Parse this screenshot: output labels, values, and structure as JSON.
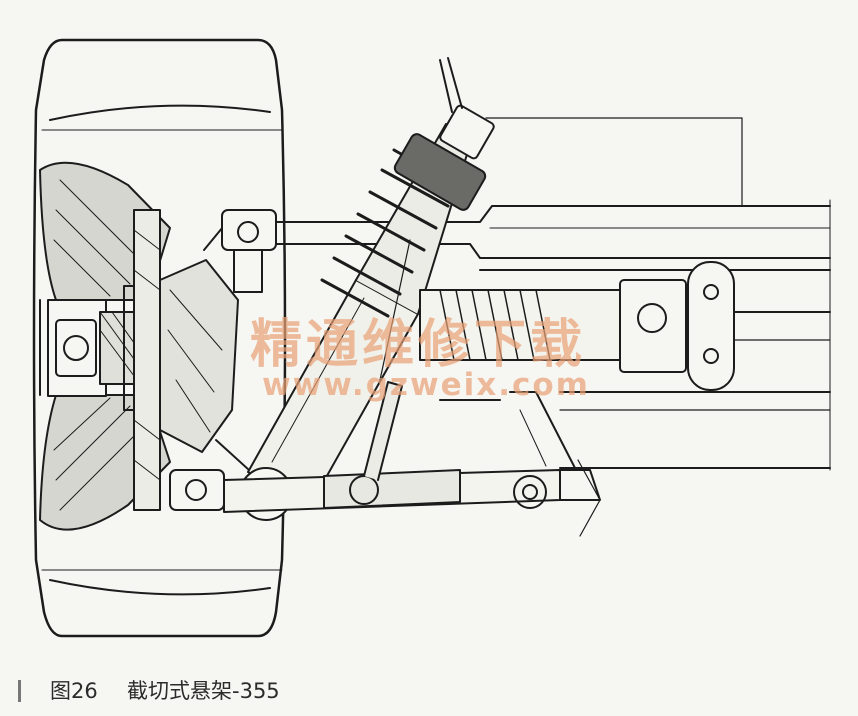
{
  "figure": {
    "watermark": {
      "brand": "精通维修下载",
      "url": "www.gzweix.com"
    }
  },
  "caption": {
    "label": "图26",
    "title": "截切式悬架-355"
  },
  "colors": {
    "line": "#1c1c1c",
    "paper": "#f6f6f2",
    "watermark": "#e9a176"
  }
}
